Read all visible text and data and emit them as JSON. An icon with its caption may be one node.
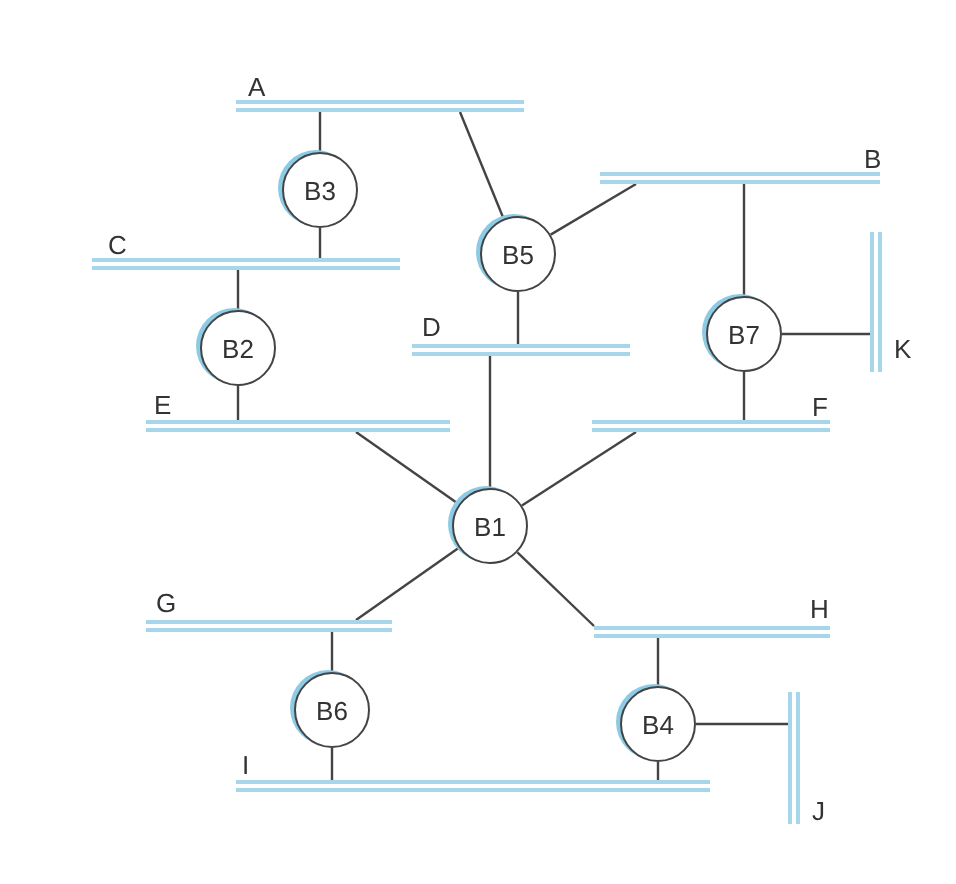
{
  "diagram": {
    "nodes": [
      {
        "text": [
          "A"
        ]
      },
      {
        "text": [
          "B"
        ]
      },
      {
        "text": [
          "B3"
        ]
      },
      {
        "text": [
          "B5"
        ]
      },
      {
        "text": [
          "C"
        ]
      },
      {
        "text": [
          "D"
        ]
      },
      {
        "text": [
          "B2"
        ]
      },
      {
        "text": [
          "B7"
        ]
      },
      {
        "text": [
          "K"
        ]
      },
      {
        "text": [
          "E"
        ]
      },
      {
        "text": [
          "F"
        ]
      },
      {
        "text": [
          "B1"
        ]
      },
      {
        "text": [
          "G"
        ]
      },
      {
        "text": [
          "H"
        ]
      },
      {
        "text": [
          "B6"
        ]
      },
      {
        "text": [
          "B4"
        ]
      },
      {
        "text": [
          "I"
        ]
      },
      {
        "text": [
          "J"
        ]
      }
    ],
    "edges": [
      {
        "from": 0,
        "to": 2,
        "arrow": "none"
      },
      {
        "from": 2,
        "to": 4,
        "arrow": "none"
      },
      {
        "from": 4,
        "to": 6,
        "arrow": "none"
      },
      {
        "from": 6,
        "to": 9,
        "arrow": "none"
      },
      {
        "from": 0,
        "to": 3,
        "arrow": "none"
      },
      {
        "from": 3,
        "to": 1,
        "arrow": "none"
      },
      {
        "from": 3,
        "to": 5,
        "arrow": "none"
      },
      {
        "from": 5,
        "to": 11,
        "arrow": "none"
      },
      {
        "from": 1,
        "to": 7,
        "arrow": "none"
      },
      {
        "from": 7,
        "to": 8,
        "arrow": "none"
      },
      {
        "from": 7,
        "to": 10,
        "arrow": "none"
      },
      {
        "from": 9,
        "to": 11,
        "arrow": "none"
      },
      {
        "from": 10,
        "to": 11,
        "arrow": "none"
      },
      {
        "from": 12,
        "to": 11,
        "arrow": "none"
      },
      {
        "from": 13,
        "to": 11,
        "arrow": "none"
      },
      {
        "from": 12,
        "to": 14,
        "arrow": "none"
      },
      {
        "from": 14,
        "to": 16,
        "arrow": "none"
      },
      {
        "from": 13,
        "to": 15,
        "arrow": "none"
      },
      {
        "from": 15,
        "to": 16,
        "arrow": "none"
      },
      {
        "from": 15,
        "to": 17,
        "arrow": "none"
      }
    ]
  }
}
